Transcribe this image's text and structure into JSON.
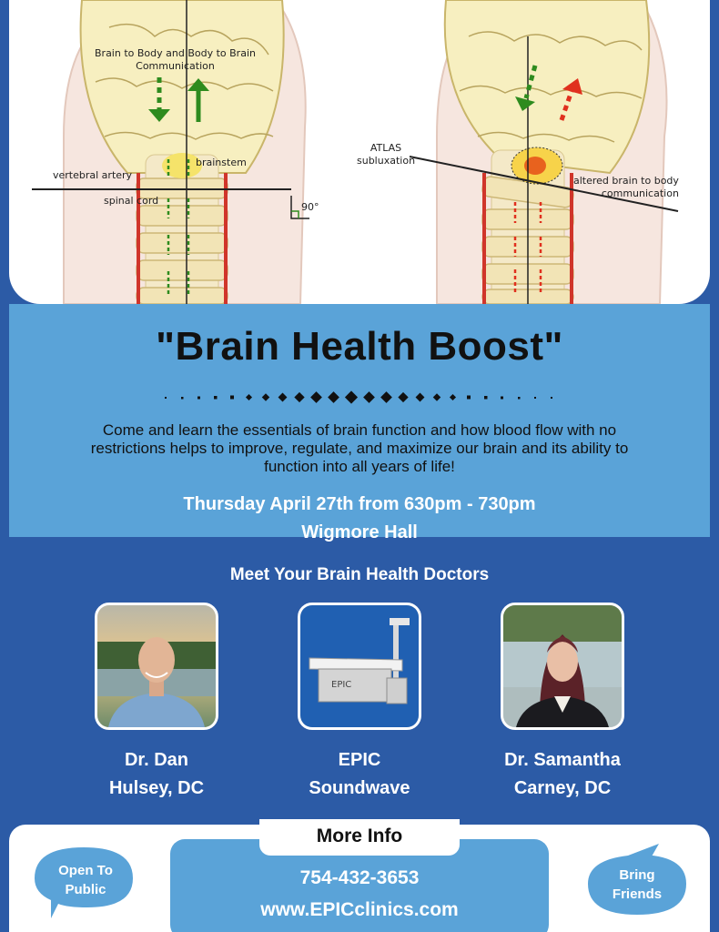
{
  "illustration": {
    "labels": {
      "communication": "Brain to Body and Body to Brain\nCommunication",
      "brainstem": "brainstem",
      "vertebral_artery": "vertebral artery",
      "spinal_cord": "spinal cord",
      "angle": "90°",
      "atlas": "ATLAS\nsubluxation",
      "altered": "altered brain to body\ncommunication"
    }
  },
  "event": {
    "title": "\"Brain Health Boost\"",
    "description": "Come and learn the essentials of brain function and how blood flow with no restrictions helps to improve, regulate, and maximize our brain and its ability to function into all years of life!",
    "date_time": "Thursday April 27th from 630pm - 730pm",
    "venue": "Wigmore Hall"
  },
  "doctors": {
    "heading": "Meet Your Brain Health Doctors",
    "items": [
      {
        "name": "Dr. Dan\nHulsey, DC"
      },
      {
        "name": "EPIC\nSoundwave",
        "device_label": "EPIC"
      },
      {
        "name": "Dr. Samantha\nCarney, DC"
      }
    ]
  },
  "footer": {
    "more_info": "More Info",
    "phone": "754-432-3653",
    "website": "www.EPICclinics.com",
    "left_bubble": "Open To\nPublic",
    "right_bubble": "Bring\nFriends"
  },
  "colors": {
    "page_blue": "#2c5ba6",
    "light_blue": "#5aa3d8",
    "arrow_green": "#2e8b1e",
    "arrow_red": "#e0301e"
  }
}
